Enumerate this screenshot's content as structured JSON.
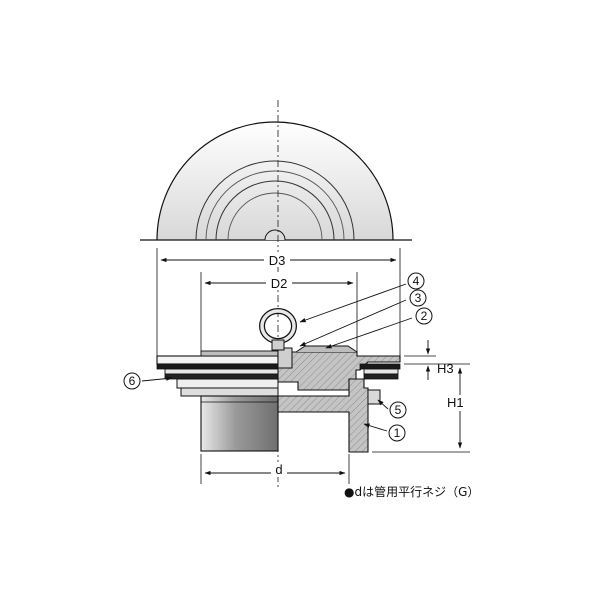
{
  "figure": {
    "line_color": "#111111",
    "section_fill": "#b9b9b9",
    "section_dark_fill": "#7d7d7d",
    "body_gradient_light": "#f2f2f2",
    "body_gradient_dark": "#8a8a8a"
  },
  "dimensions": {
    "D3": "D3",
    "D2": "D2",
    "H3": "H3",
    "H1": "H1",
    "d": "d"
  },
  "callouts": [
    {
      "id": "1",
      "label": "①"
    },
    {
      "id": "2",
      "label": "②"
    },
    {
      "id": "3",
      "label": "③"
    },
    {
      "id": "4",
      "label": "④"
    },
    {
      "id": "5",
      "label": "⑤"
    },
    {
      "id": "6",
      "label": "⑥"
    }
  ],
  "note": "●dは管用平行ネジ（G）"
}
